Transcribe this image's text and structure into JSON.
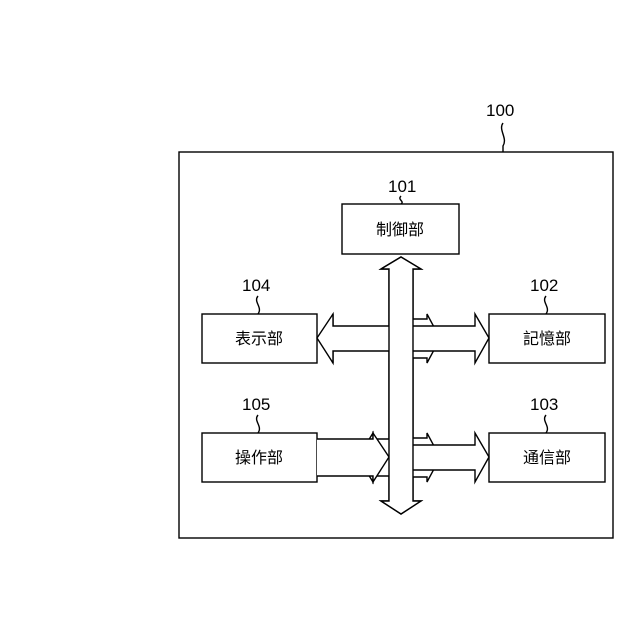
{
  "device": {
    "ref": "100"
  },
  "blocks": {
    "control": {
      "ref": "101",
      "label": "制御部"
    },
    "storage": {
      "ref": "102",
      "label": "記憶部"
    },
    "comm": {
      "ref": "103",
      "label": "通信部"
    },
    "display": {
      "ref": "104",
      "label": "表示部"
    },
    "operation": {
      "ref": "105",
      "label": "操作部"
    }
  }
}
